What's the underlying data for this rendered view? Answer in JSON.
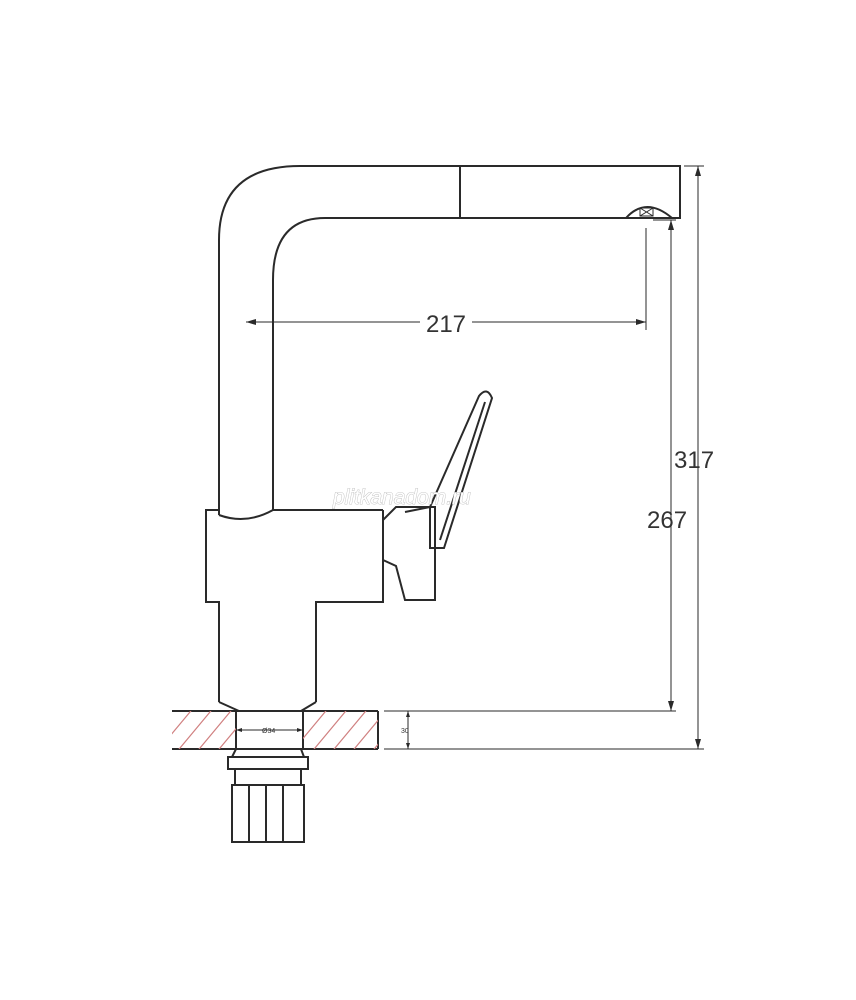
{
  "dimensions": {
    "spout_reach": "217",
    "total_height": "317",
    "spout_height": "267",
    "countertop_thickness": "30",
    "hole_diameter": "Ø34"
  },
  "watermark": "plitkanadom.ru",
  "colors": {
    "line": "#2a2a2a",
    "hatch": "#d08080",
    "background": "#ffffff"
  }
}
